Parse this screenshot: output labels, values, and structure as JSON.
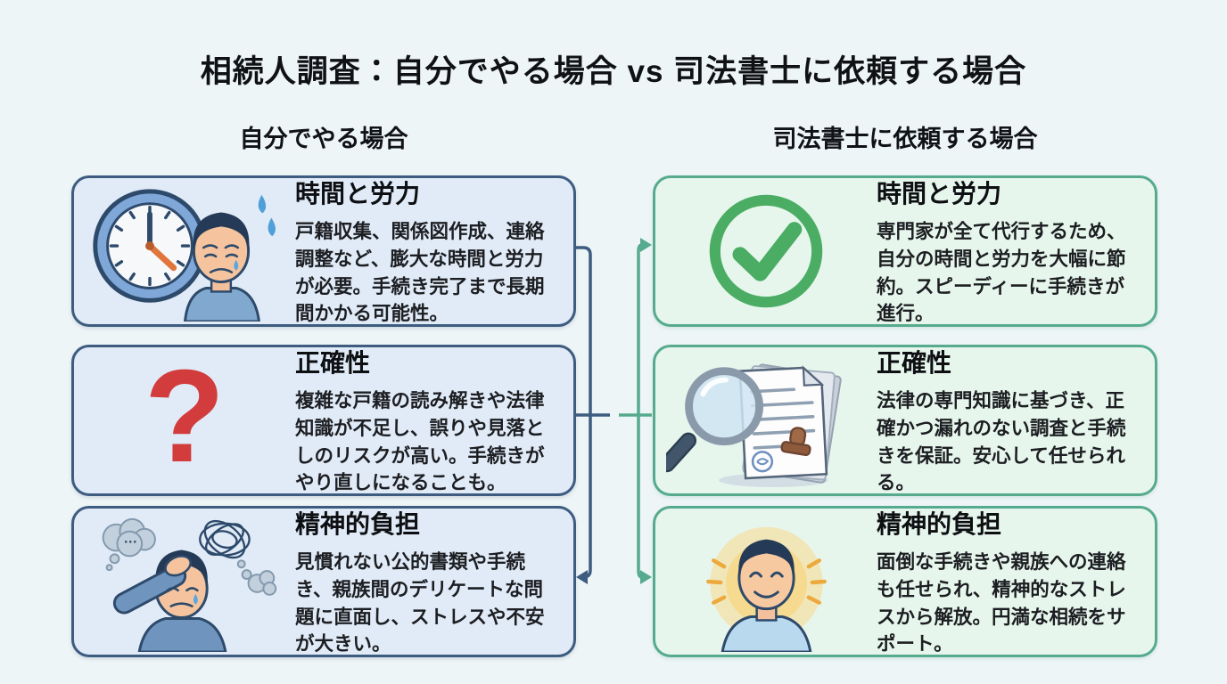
{
  "title": "相続人調査：自分でやる場合 vs 司法書士に依頼する場合",
  "columns": {
    "left": {
      "header": "自分でやる場合",
      "accent_color": "#3d5c80",
      "card_bg": "#e1ebf7",
      "cards": [
        {
          "icon": "clock-stressed-man-icon",
          "title": "時間と労力",
          "body": "戸籍収集、関係図作成、連絡調整など、膨大な時間と労力が必要。手続き完了まで長期間かかる可能性。"
        },
        {
          "icon": "question-mark-icon",
          "title": "正確性",
          "body": "複雑な戸籍の読み解きや法律知識が不足し、誤りや見落としのリスクが高い。手続きがやり直しになることも。"
        },
        {
          "icon": "stressed-thoughts-man-icon",
          "title": "精神的負担",
          "body": "見慣れない公的書類や手続き、親族間のデリケートな問題に直面し、ストレスや不安が大きい。"
        }
      ]
    },
    "right": {
      "header": "司法書士に依頼する場合",
      "accent_color": "#56aa8d",
      "card_bg": "#e7f6ed",
      "cards": [
        {
          "icon": "check-circle-icon",
          "title": "時間と労力",
          "body": "専門家が全て代行するため、自分の時間と労力を大幅に節約。スピーディーに手続きが進行。"
        },
        {
          "icon": "magnifier-documents-icon",
          "title": "正確性",
          "body": "法律の専門知識に基づき、正確かつ漏れのない調査と手続きを保証。安心して任せられる。"
        },
        {
          "icon": "relieved-man-icon",
          "title": "精神的負担",
          "body": "面倒な手続きや親族への連絡も任せられ、精神的なストレスから解放。円満な相続をサポート。"
        }
      ]
    }
  },
  "icons": {
    "question_glyph": "?"
  },
  "colors": {
    "background": "#eef5f7",
    "question_red": "#d23c3c",
    "check_green": "#4aad63",
    "left_connector": "#3d5c80",
    "right_connector": "#56aa8d"
  }
}
